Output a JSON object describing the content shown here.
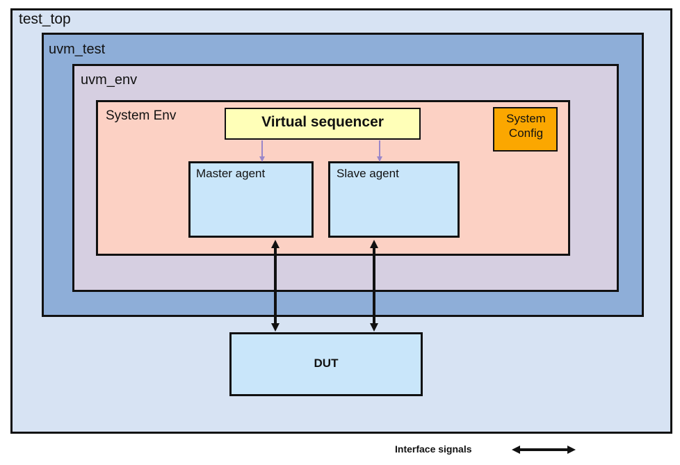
{
  "diagram": {
    "test_top": "test_top",
    "uvm_test": "uvm_test",
    "uvm_env": "uvm_env",
    "system_env": "System Env",
    "virtual_sequencer": "Virtual sequencer",
    "system_config_line1": "System",
    "system_config_line2": "Config",
    "master_agent": "Master agent",
    "slave_agent": "Slave agent",
    "dut": "DUT"
  },
  "legend": {
    "interface_signals": "Interface signals"
  },
  "colors": {
    "test_top": "#d7e3f3",
    "uvm_test": "#8eaed8",
    "uvm_env": "#d6cfe1",
    "system_env": "#fcd1c4",
    "virtual_sequencer": "#ffffb8",
    "system_config": "#fba700",
    "agent": "#c9e6fa",
    "sequencer_arrow": "#9a86c9",
    "interface_arrow": "#111111"
  },
  "icons": [
    "sequencer-link-arrow-icon",
    "interface-double-arrow-icon"
  ]
}
